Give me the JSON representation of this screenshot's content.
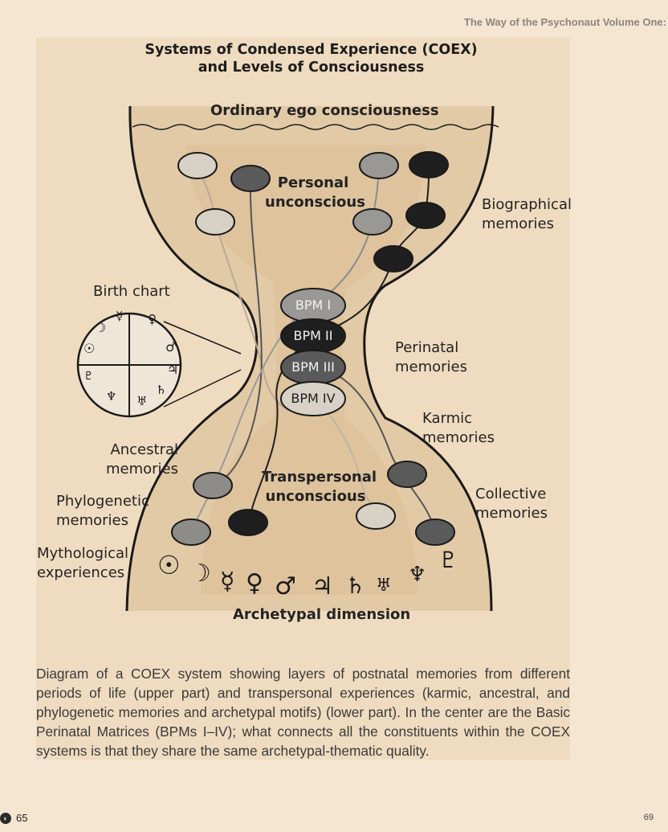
{
  "header": {
    "book_title": "The Way of the Psychonaut Volume One:"
  },
  "figure": {
    "title_line1": "Systems of Condensed Experience (COEX)",
    "title_line2": "and Levels of Consciousness",
    "labels": {
      "ordinary": "Ordinary ego consciousness",
      "personal": "Personal unconscious",
      "biographical": "Biographical memories",
      "birth_chart": "Birth chart",
      "perinatal": "Perinatal memories",
      "karmic": "Karmic memories",
      "ancestral": "Ancestral memories",
      "transpersonal": "Transpersonal unconscious",
      "collective": "Collective memories",
      "phylogenetic": "Phylogenetic memories",
      "mythological": "Mythological experiences",
      "archetypal": "Archetypal dimension"
    },
    "bpm": [
      "BPM I",
      "BPM II",
      "BPM III",
      "BPM IV"
    ],
    "planet_symbols": [
      "☉",
      "☽",
      "☿",
      "♀",
      "♂",
      "♃",
      "♄",
      "♅",
      "♆",
      "♇"
    ]
  },
  "caption": "Diagram of a COEX system showing layers of postnatal memories from different periods of life (upper part) and transpersonal experiences (karmic, ancestral, and phylogenetic memories and archetypal motifs) (lower part). In the center are the Basic Perinatal Matrices (BPMs I–IV); what connects all the constituents within the COEX systems is that they share the same archetypal-thematic quality.",
  "footer": {
    "reading_count": "65",
    "page_number": "69"
  }
}
